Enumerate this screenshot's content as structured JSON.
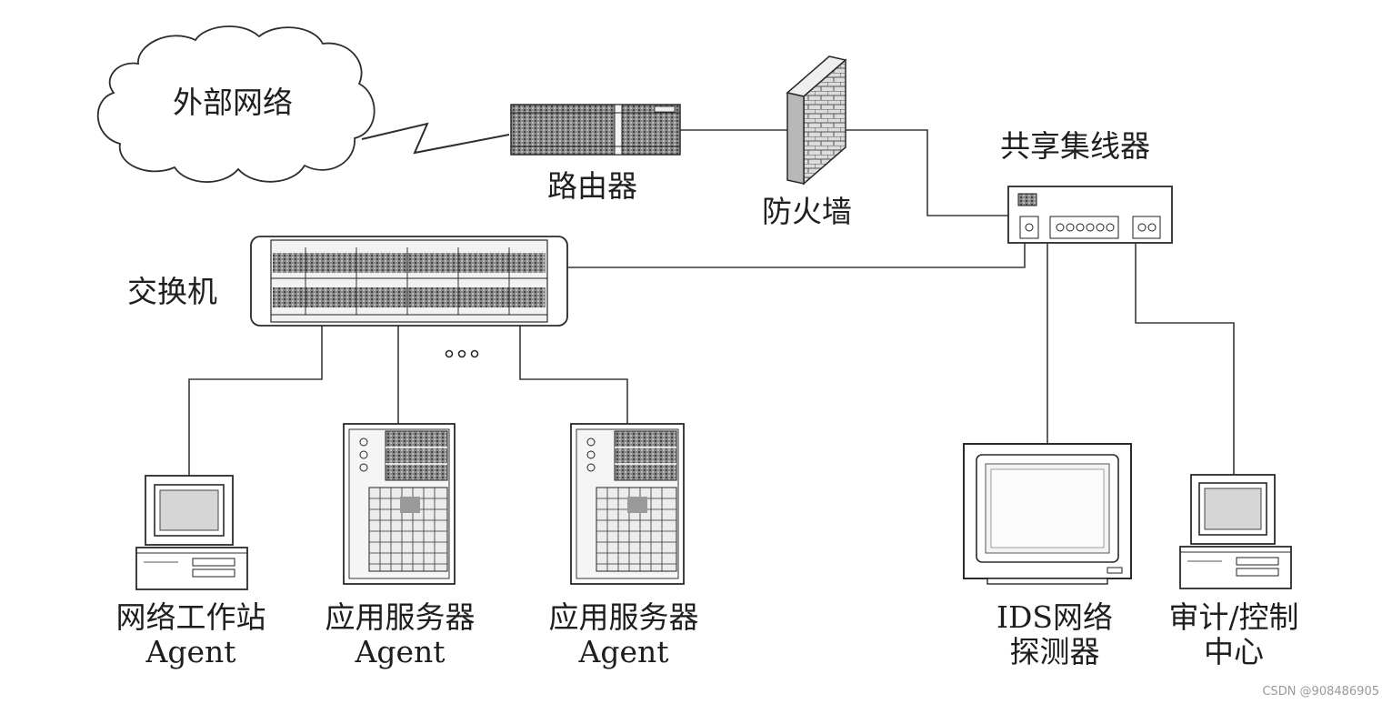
{
  "nodes": {
    "cloud": {
      "label": "外部网络"
    },
    "router": {
      "label": "路由器"
    },
    "firewall": {
      "label": "防火墙"
    },
    "hub": {
      "label": "共享集线器"
    },
    "switch": {
      "label": "交换机"
    },
    "ellipsis": {
      "label": "..."
    },
    "workstation": {
      "line1": "网络工作站",
      "line2": "Agent"
    },
    "app_server_1": {
      "line1": "应用服务器",
      "line2": "Agent"
    },
    "app_server_2": {
      "line1": "应用服务器",
      "line2": "Agent"
    },
    "ids": {
      "line1": "IDS网络",
      "line2": "探测器"
    },
    "audit": {
      "line1": "审计/控制",
      "line2": "中心"
    }
  },
  "watermark": "CSDN @908486905",
  "colors": {
    "line": "#3a3a3a",
    "fill_dark": "#7d7d7d",
    "fill_light": "#d9d9d9"
  }
}
